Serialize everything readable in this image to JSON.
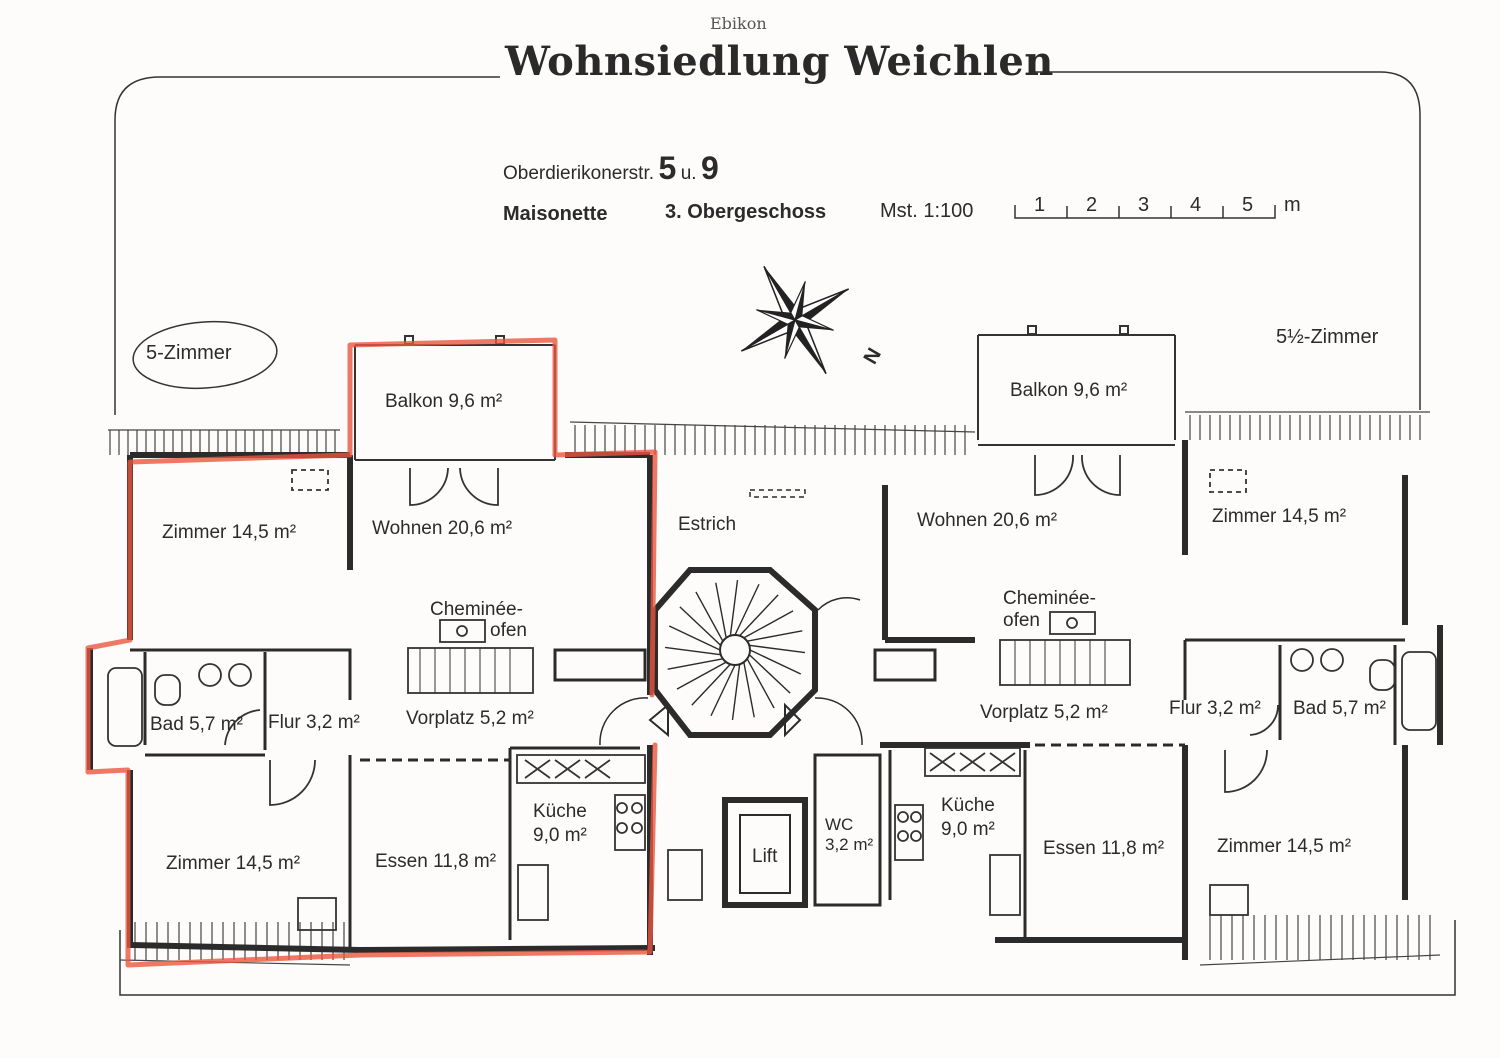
{
  "header": {
    "top_cut": "Ebikon",
    "title": "Wohnsiedlung Weichlen",
    "street": "Oberdierikonerstr.",
    "num_a": "5",
    "connector": "u.",
    "num_b": "9",
    "unit_type": "Maisonette",
    "floor": "3. Obergeschoss",
    "scale_label": "Mst. 1:100",
    "scale_ticks": [
      "1",
      "2",
      "3",
      "4",
      "5"
    ],
    "scale_unit": "m"
  },
  "compass": {
    "north_label": "N"
  },
  "apartments": {
    "left_label": "5-Zimmer",
    "right_label": "5½-Zimmer"
  },
  "rooms": {
    "left": {
      "balkon": "Balkon 9,6 m²",
      "zimmer_top": "Zimmer 14,5 m²",
      "wohnen": "Wohnen 20,6 m²",
      "cheminee_1": "Cheminée-",
      "cheminee_2": "ofen",
      "bad": "Bad 5,7 m²",
      "flur": "Flur 3,2 m²",
      "vorplatz": "Vorplatz 5,2 m²",
      "zimmer_bottom": "Zimmer 14,5 m²",
      "essen": "Essen 11,8 m²",
      "kueche_1": "Küche",
      "kueche_2": "9,0 m²"
    },
    "center": {
      "estrich": "Estrich",
      "lift": "Lift",
      "wc_1": "WC",
      "wc_2": "3,2 m²"
    },
    "right": {
      "balkon": "Balkon 9,6 m²",
      "wohnen": "Wohnen 20,6 m²",
      "zimmer_top": "Zimmer 14,5 m²",
      "cheminee_1": "Cheminée-",
      "cheminee_2": "ofen",
      "vorplatz": "Vorplatz 5,2 m²",
      "flur": "Flur 3,2 m²",
      "bad": "Bad 5,7 m²",
      "kueche_1": "Küche",
      "kueche_2": "9,0 m²",
      "essen": "Essen 11,8 m²",
      "zimmer_bottom": "Zimmer 14,5 m²"
    }
  },
  "colors": {
    "ink": "#2b2b2b",
    "highlight": "#e8563f",
    "paper": "#fdfcfa"
  }
}
